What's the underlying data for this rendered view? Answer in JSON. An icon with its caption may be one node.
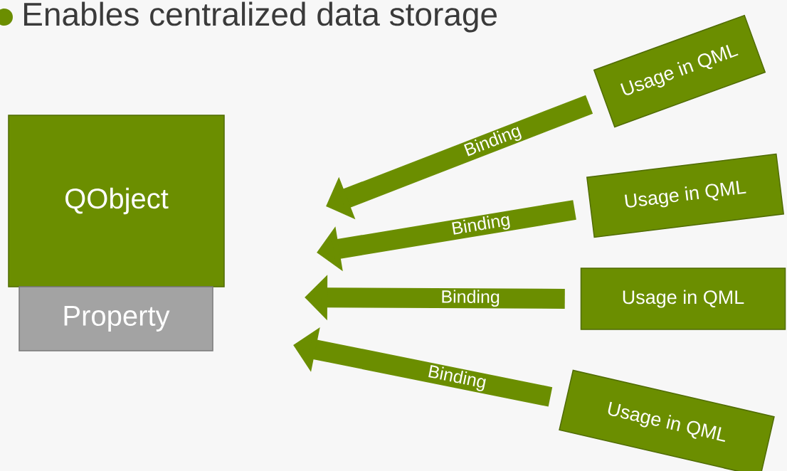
{
  "diagram": {
    "title": "Enables centralized data storage",
    "nodes": [
      {
        "text": [
          "QObject"
        ]
      },
      {
        "text": [
          "Property"
        ]
      },
      {
        "text": [
          "Usage in QML"
        ]
      },
      {
        "text": [
          "Usage in QML"
        ]
      },
      {
        "text": [
          "Usage in QML"
        ]
      },
      {
        "text": [
          "Usage in QML"
        ]
      }
    ],
    "edges": [
      {
        "from": 2,
        "to": null,
        "arrow": "to",
        "label": "Binding"
      },
      {
        "from": 3,
        "to": null,
        "arrow": "to",
        "label": "Binding"
      },
      {
        "from": 4,
        "to": null,
        "arrow": "to",
        "label": "Binding"
      },
      {
        "from": 5,
        "to": null,
        "arrow": "to",
        "label": "Binding"
      }
    ]
  }
}
